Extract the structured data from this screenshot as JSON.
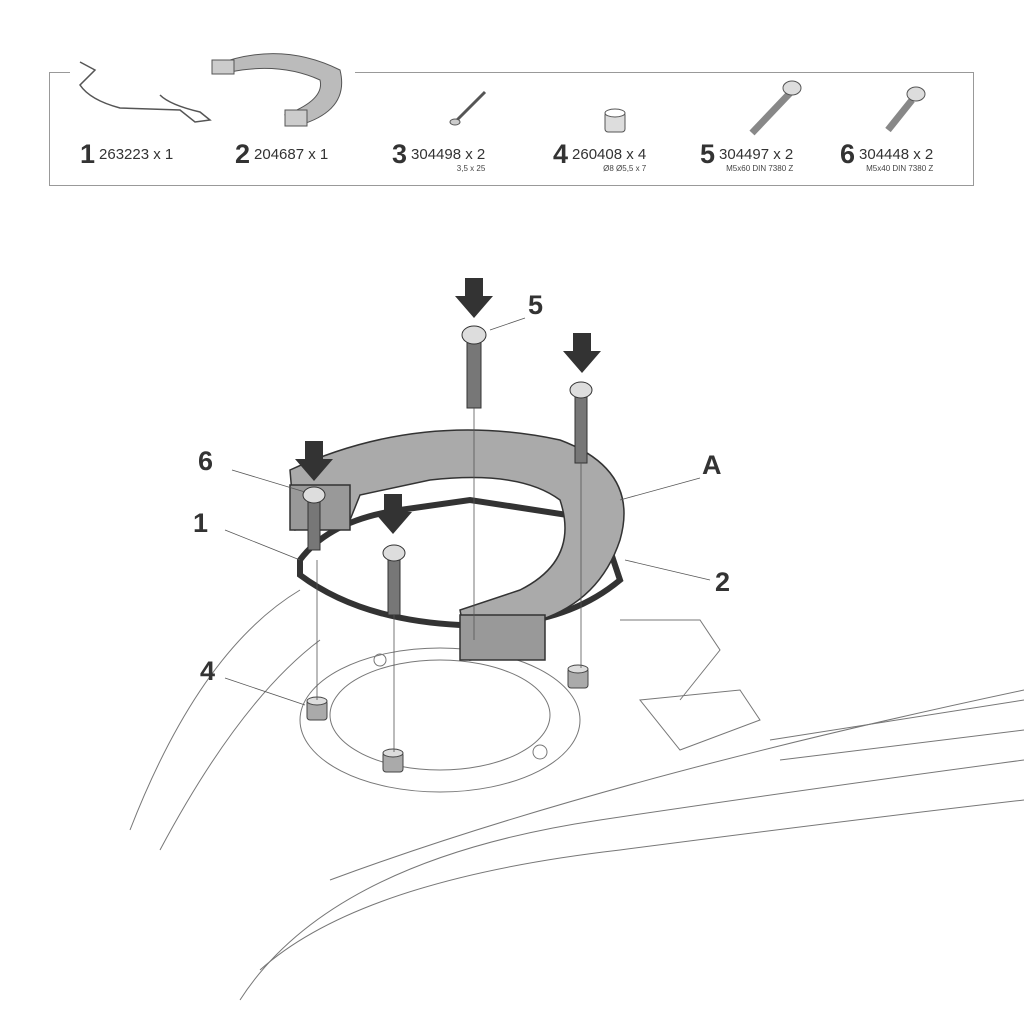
{
  "parts": [
    {
      "number": "1",
      "code": "263223 x 1",
      "spec": ""
    },
    {
      "number": "2",
      "code": "204687 x 1",
      "spec": ""
    },
    {
      "number": "3",
      "code": "304498 x 2",
      "spec": "3,5 x 25"
    },
    {
      "number": "4",
      "code": "260408 x 4",
      "spec": "Ø8 Ø5,5 x 7"
    },
    {
      "number": "5",
      "code": "304497 x 2",
      "spec": "M5x60 DIN 7380 Z"
    },
    {
      "number": "6",
      "code": "304448 x 2",
      "spec": "M5x40 DIN 7380 Z"
    }
  ],
  "callouts": {
    "c5": "5",
    "c6": "6",
    "cA": "A",
    "c1": "1",
    "c2": "2",
    "c4": "4"
  }
}
